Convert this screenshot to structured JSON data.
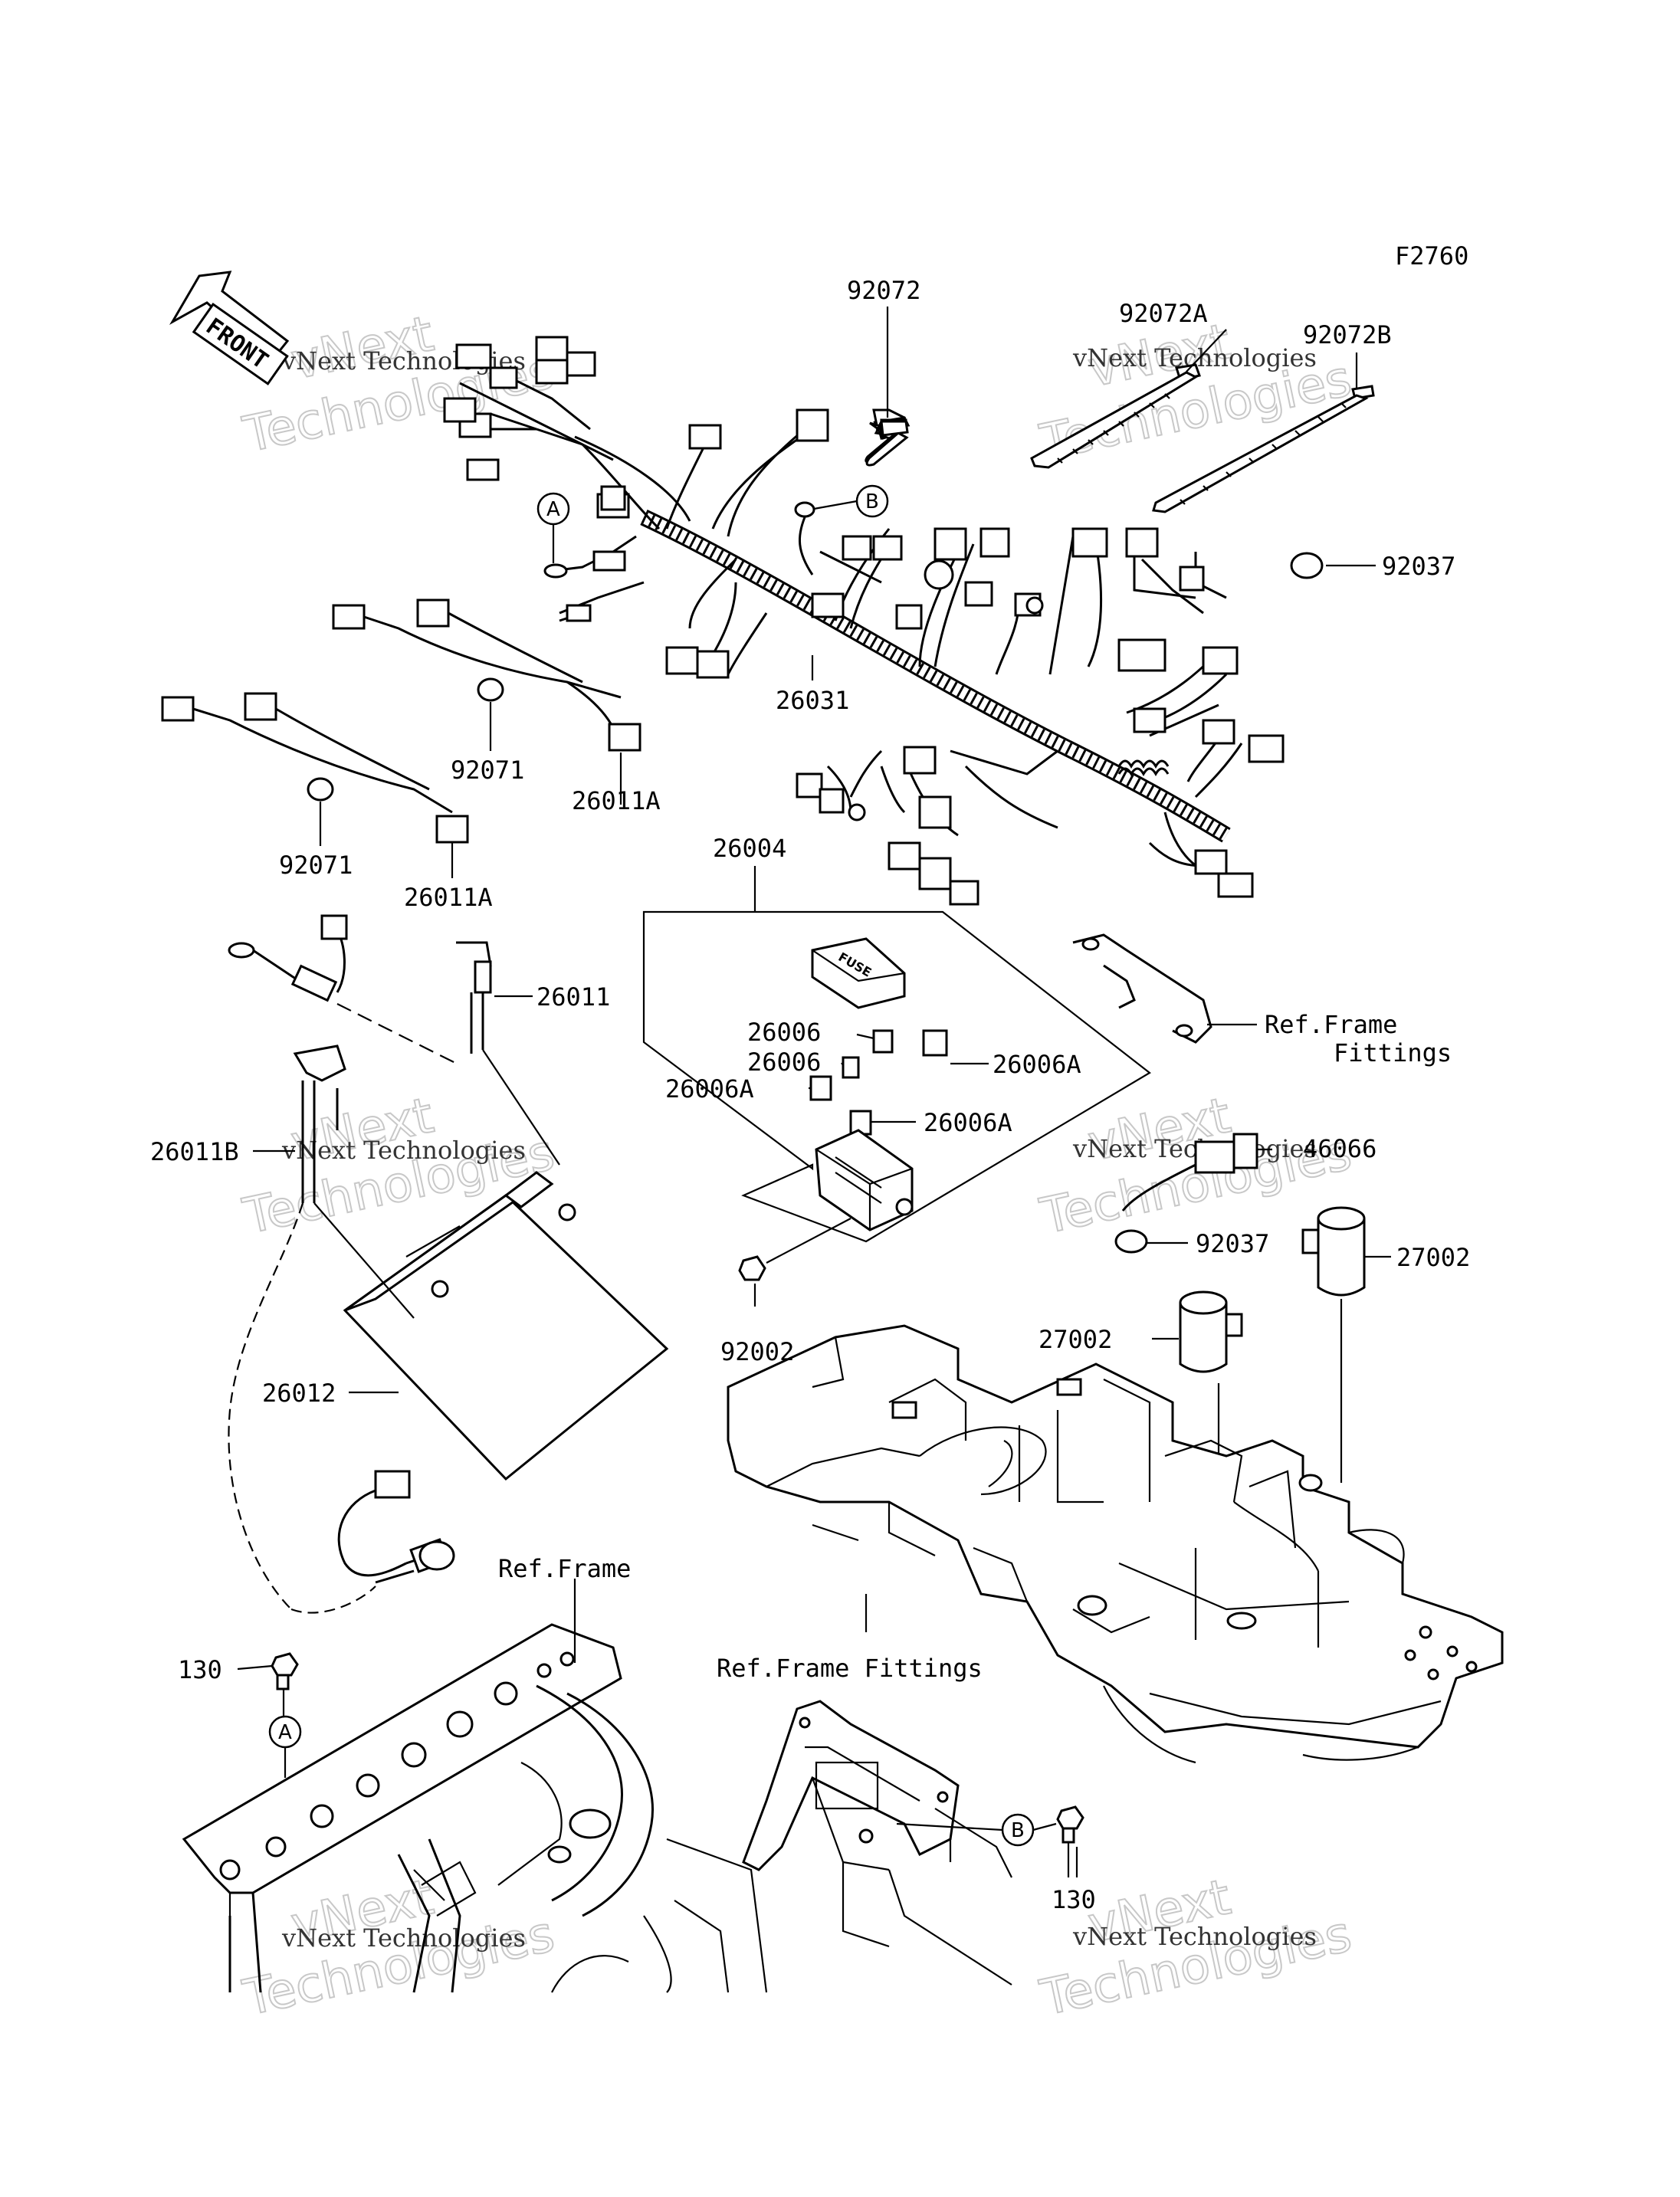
{
  "diagram": {
    "code": "F2760",
    "front_label": "FRONT",
    "watermark": {
      "brand": "vNext",
      "word": "Technologies",
      "line": "vNext Technologies"
    },
    "callouts": {
      "a": "A",
      "b": "B"
    },
    "labels": {
      "p92072": "92072",
      "p92072a": "92072A",
      "p92072b": "92072B",
      "p92037_top": "92037",
      "p26031": "26031",
      "p92071_1": "92071",
      "p92071_2": "92071",
      "p26011a_1": "26011A",
      "p26011a_2": "26011A",
      "p26004": "26004",
      "p26011": "26011",
      "p26006_1": "26006",
      "p26006_2": "26006",
      "p26006a_1": "26006A",
      "p26006a_2": "26006A",
      "p26006a_3": "26006A",
      "ref_frame_fittings_1": "Ref.Frame",
      "ref_frame_fittings_2": "Fittings",
      "p26011b": "26011B",
      "p46066": "46066",
      "p92037_mid": "92037",
      "p27002_1": "27002",
      "p27002_2": "27002",
      "p92002": "92002",
      "p26012": "26012",
      "ref_frame": "Ref.Frame",
      "ref_frame_fittings_low": "Ref.Frame Fittings",
      "p130_1": "130",
      "p130_2": "130",
      "fuse": "FUSE"
    }
  }
}
